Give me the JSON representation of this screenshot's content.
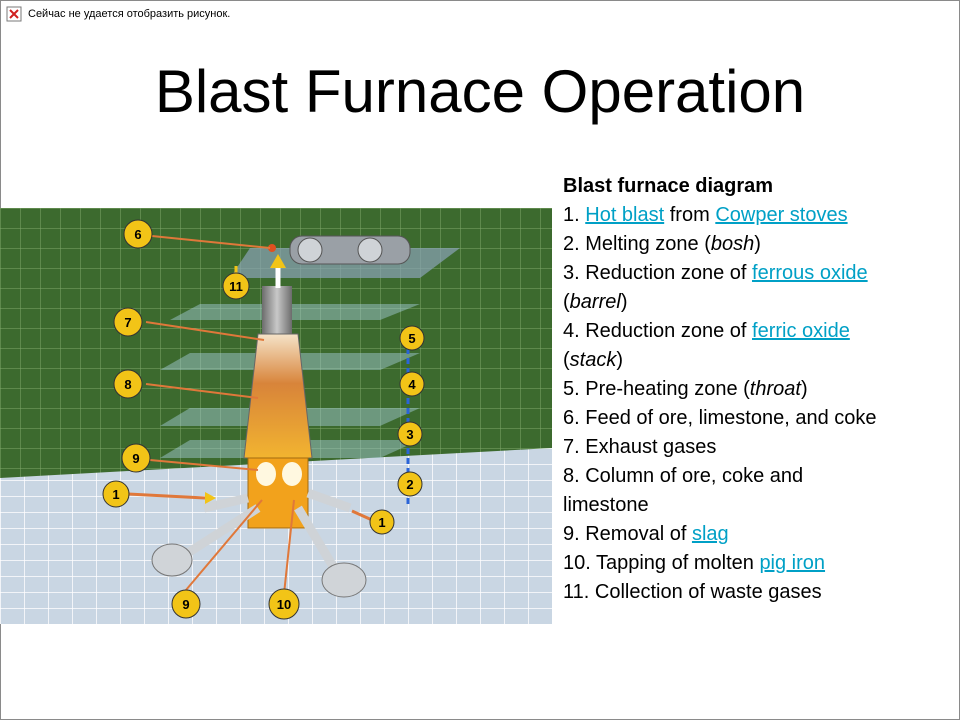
{
  "broken_image": {
    "message": "Сейчас не удается отобразить рисунок."
  },
  "slide": {
    "title": "Blast Furnace Operation"
  },
  "diagram": {
    "markers": [
      "6",
      "11",
      "7",
      "8",
      "9",
      "1",
      "9",
      "10",
      "5",
      "4",
      "3",
      "2",
      "1"
    ]
  },
  "legend": {
    "title": "Blast furnace diagram",
    "items": [
      {
        "n": "1. ",
        "link1": "Hot blast",
        "mid": " from ",
        "link2": "Cowper stoves"
      },
      {
        "pre": "2. Melting zone (",
        "em": "bosh",
        "post": ")"
      },
      {
        "pre": "3. Reduction zone of ",
        "link": "ferrous oxide",
        "mid": " (",
        "em": "barrel",
        "post": ")"
      },
      {
        "pre": "4. Reduction zone of ",
        "link": "ferric oxide",
        "mid": " (",
        "em": "stack",
        "post": ")"
      },
      {
        "pre": "5. Pre-heating zone (",
        "em": "throat",
        "post": ")"
      },
      {
        "text": "6. Feed of ore, limestone, and coke"
      },
      {
        "text": "7. Exhaust gases"
      },
      {
        "text": "8. Column of ore, coke and limestone"
      },
      {
        "pre": "9. Removal of ",
        "link": "slag"
      },
      {
        "pre": "10. Tapping of molten ",
        "link": "pig iron"
      },
      {
        "text": "11. Collection of waste gases"
      }
    ]
  },
  "colors": {
    "link": "#00a0c6",
    "wall": "#3c6a2e",
    "floor": "#b8c8d8",
    "marker": "#f2c417"
  }
}
